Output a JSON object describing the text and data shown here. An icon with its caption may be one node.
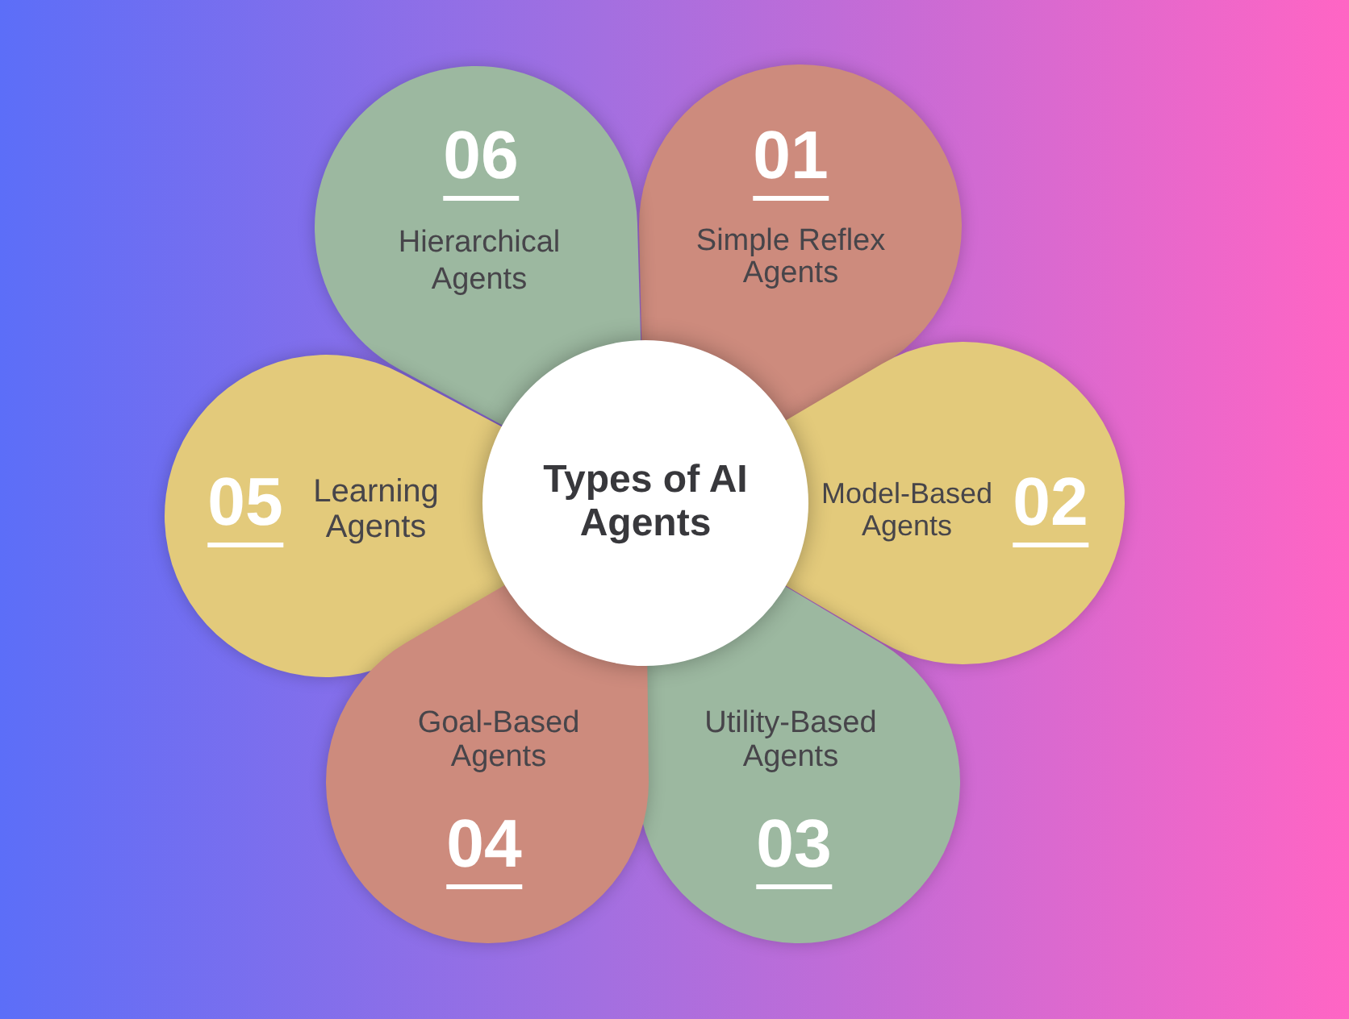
{
  "diagram": {
    "nodes": [
      {
        "text": [
          "Types of AI Agents"
        ]
      },
      {
        "text": [
          "01",
          "Simple Reflex Agents"
        ]
      },
      {
        "text": [
          "Model-Based Agents",
          "02"
        ]
      },
      {
        "text": [
          "Utility-Based Agents",
          "03"
        ]
      },
      {
        "text": [
          "Goal-Based Agents",
          "04"
        ]
      },
      {
        "text": [
          "05",
          "Learning Agents"
        ]
      },
      {
        "text": [
          "06",
          "Hierarchical Agents"
        ]
      }
    ]
  }
}
